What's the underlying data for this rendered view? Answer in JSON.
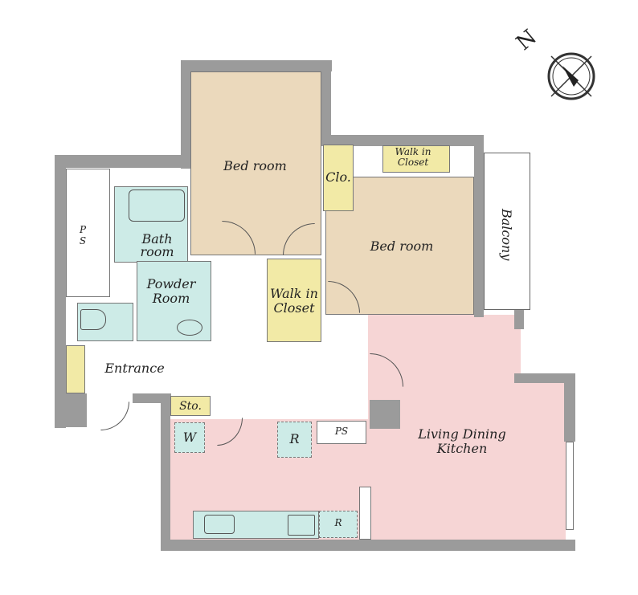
{
  "rooms": {
    "bedroom1": "Bed room",
    "bedroom2": "Bed room",
    "closet": "Clo.",
    "walk_in_closet_top": "Walk in Closet",
    "walk_in_closet_mid": "Walk in Closet",
    "balcony": "Balcony",
    "bath": "Bath room",
    "powder": "Powder Room",
    "ps_left": "P S",
    "entrance": "Entrance",
    "storage": "Sto.",
    "ldk": "Living Dining Kitchen",
    "washer": "W",
    "fridge": "R",
    "ps_box": "PS",
    "fridge2": "R"
  },
  "compass": {
    "label": "N"
  },
  "colors": {
    "bedroom": "#ebd9bc",
    "closet": "#f2eaa6",
    "wet": "#cdebe7",
    "ldk": "#f6d5d5",
    "wall": "#9b9b9b"
  }
}
